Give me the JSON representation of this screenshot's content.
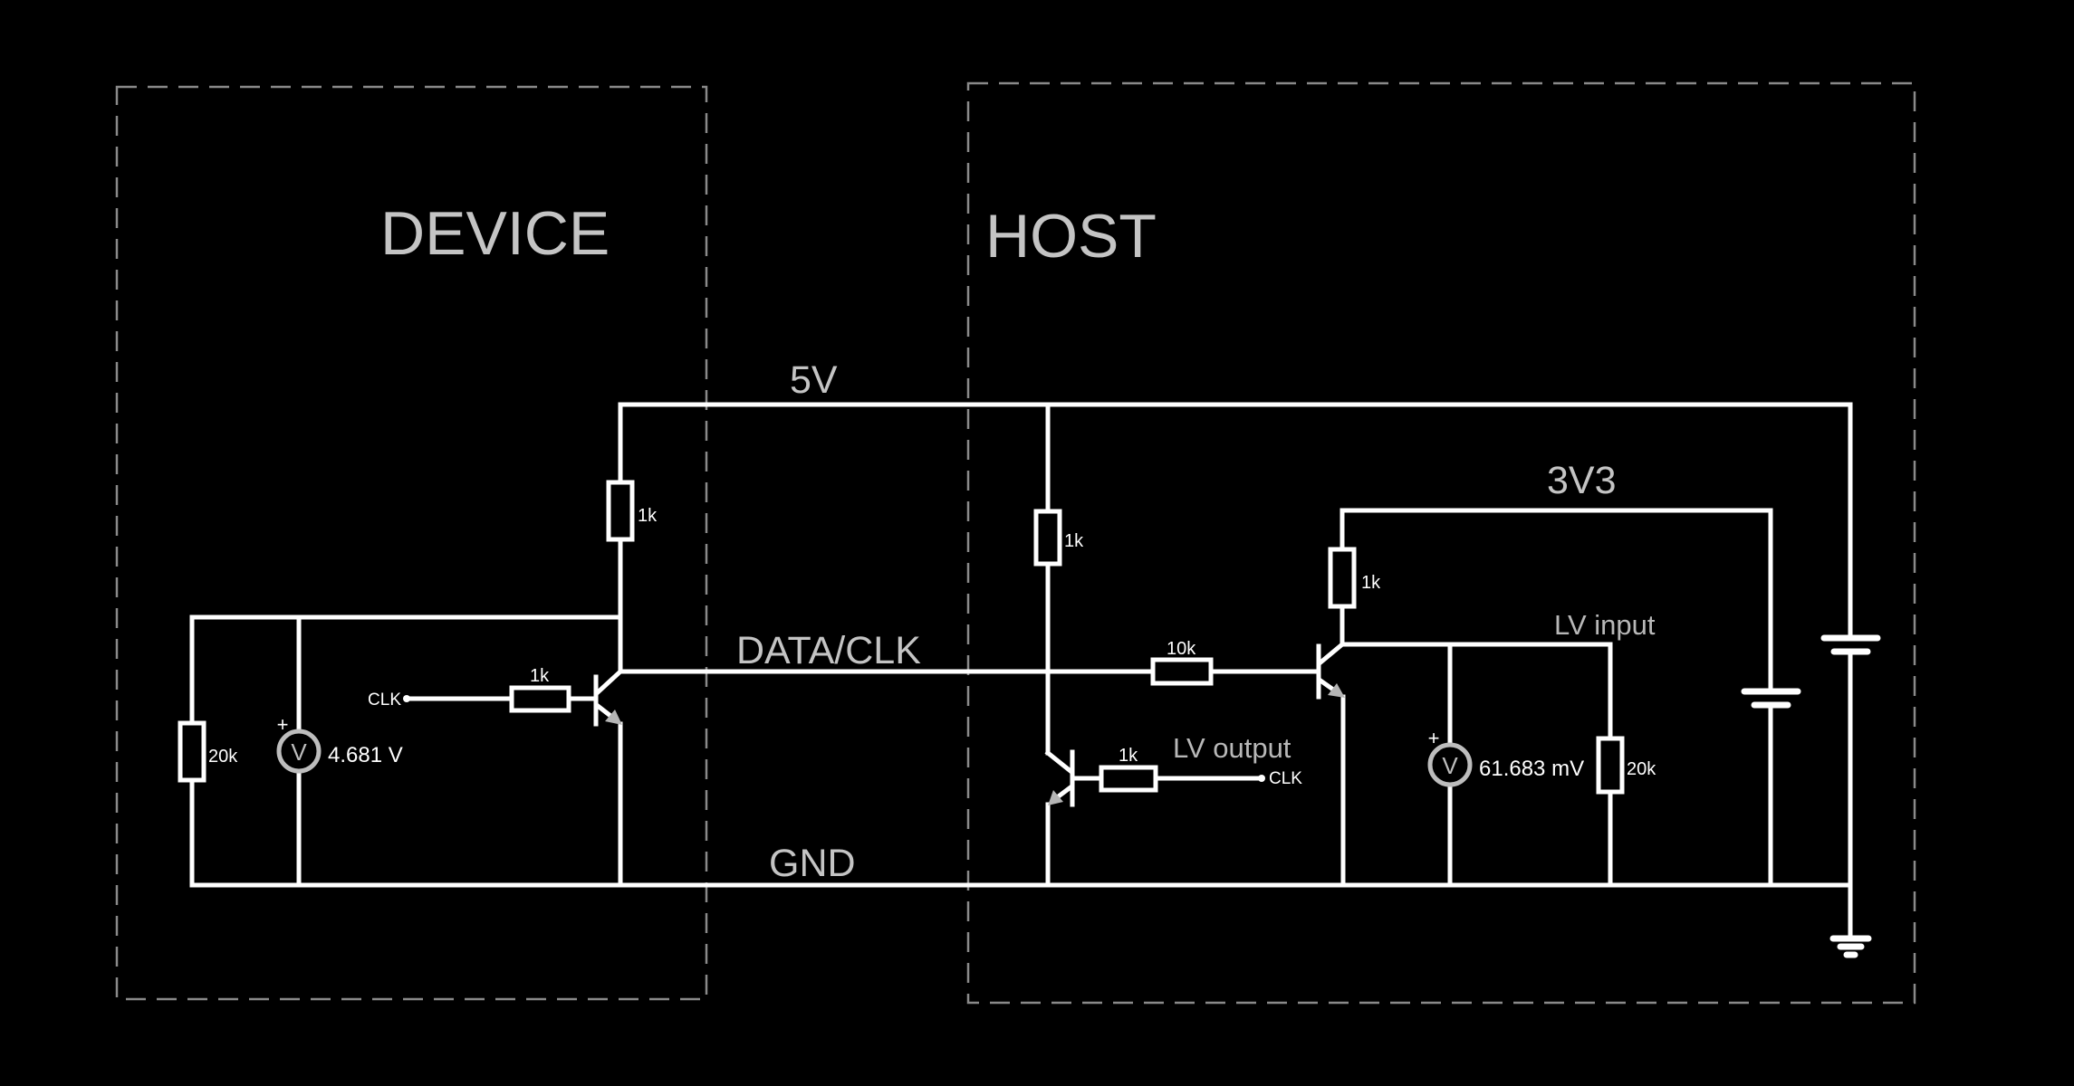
{
  "diagram": {
    "blocks": {
      "device": "DEVICE",
      "host": "HOST"
    },
    "nets": {
      "supply_5v": "5V",
      "supply_3v3": "3V3",
      "data": "DATA/CLK",
      "ground": "GND"
    },
    "signals": {
      "lv_output": "LV output",
      "lv_input": "LV input",
      "device_clk": "CLK",
      "host_clk": "CLK"
    },
    "components": {
      "device_pullup": "1k",
      "device_base": "1k",
      "device_load": "20k",
      "host_pullup": "1k",
      "host_series": "10k",
      "host_out_base": "1k",
      "host_3v3_pullup": "1k",
      "host_load": "20k"
    },
    "meters": {
      "device": {
        "symbol": "V",
        "polarity": "+",
        "reading": "4.681 V"
      },
      "host": {
        "symbol": "V",
        "polarity": "+",
        "reading": "61.683 mV"
      }
    }
  }
}
